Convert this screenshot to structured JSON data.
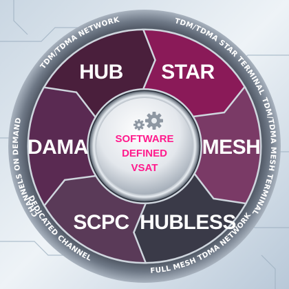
{
  "center": {
    "lines": [
      "SOFTWARE",
      "DEFINED",
      "VSAT"
    ],
    "icon": "gears-icon",
    "text_color": "#ff1a8c"
  },
  "segments": [
    {
      "id": "hub",
      "label": "HUB",
      "color": "#4a1f3c"
    },
    {
      "id": "star",
      "label": "STAR",
      "color": "#8a1a58"
    },
    {
      "id": "mesh",
      "label": "MESH",
      "color": "#7a3a66"
    },
    {
      "id": "hubless",
      "label": "HUBLESS",
      "color": "#3a3a48"
    },
    {
      "id": "scpc",
      "label": "SCPC",
      "color": "#5a3a58"
    },
    {
      "id": "dama",
      "label": "DAMA",
      "color": "#5a2a52"
    }
  ],
  "ring_labels": {
    "tdm_tdma_network": "TDM/TDMA NETWORK",
    "tdm_tdma_star_terminal": "TDM/TDMA STAR TERMINAL",
    "tdm_tdma_mesh_terminal": "TDM/TDMA MESH TERMINAL",
    "full_mesh_tdma_network": "FULL MESH TDMA NETWORK",
    "dedicated_channel": "DEDICATED CHANNEL",
    "channels_on_demand": "CHANNELS ON DEMAND"
  }
}
